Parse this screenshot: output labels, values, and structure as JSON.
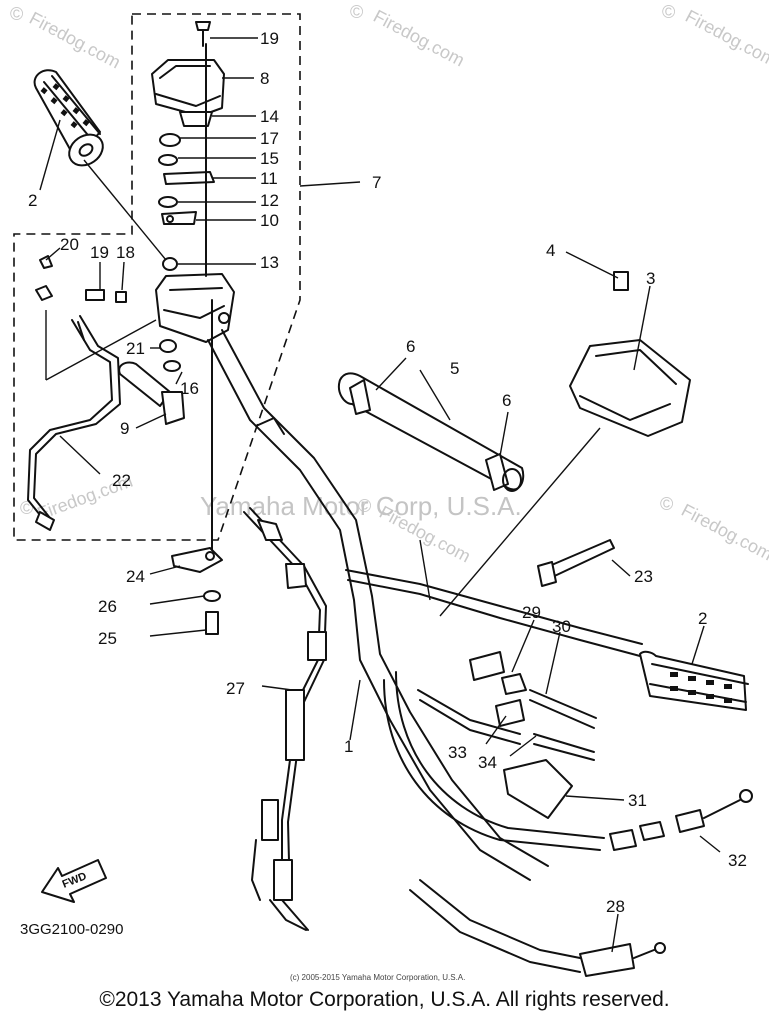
{
  "watermarks": {
    "site": "Firedog.com",
    "mark": "©",
    "center": "Yamaha Motor Corp, U.S.A."
  },
  "diagram_code": "3GG2100-0290",
  "fwd_label": "FWD",
  "fine_print": "(c) 2005-2015 Yamaha Motor Corporation, U.S.A.",
  "copyright": "©2013 Yamaha Motor Corporation, U.S.A. All rights reserved.",
  "callouts": {
    "c1": "1",
    "c2a": "2",
    "c2b": "2",
    "c3": "3",
    "c4": "4",
    "c5": "5",
    "c6a": "6",
    "c6b": "6",
    "c7": "7",
    "c8": "8",
    "c9": "9",
    "c10": "10",
    "c11": "11",
    "c12": "12",
    "c13": "13",
    "c14": "14",
    "c15": "15",
    "c16": "16",
    "c17": "17",
    "c18": "18",
    "c19a": "19",
    "c19b": "19",
    "c20": "20",
    "c21": "21",
    "c22": "22",
    "c23": "23",
    "c24": "24",
    "c25": "25",
    "c26": "26",
    "c27": "27",
    "c28": "28",
    "c29": "29",
    "c30": "30",
    "c31": "31",
    "c32": "32",
    "c33": "33",
    "c34": "34"
  }
}
